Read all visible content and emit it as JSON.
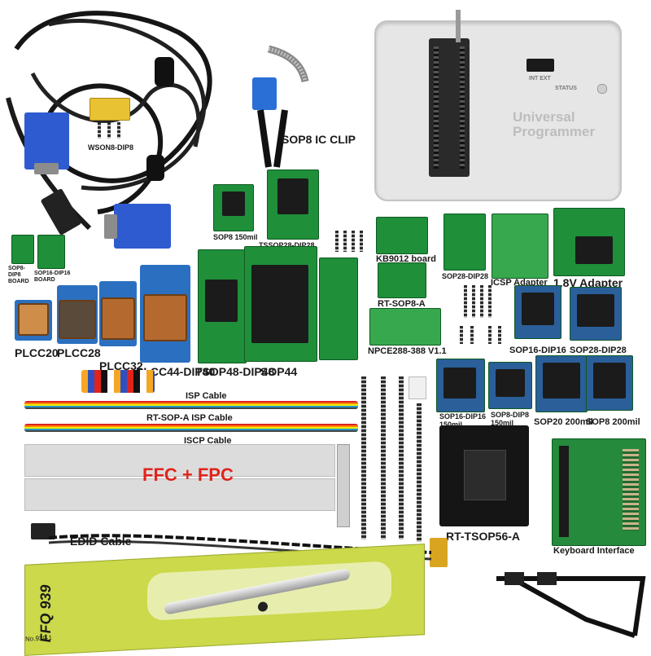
{
  "programmer": {
    "title": "Universal Programmer",
    "status": "STATUS",
    "port": "INT EXT"
  },
  "labels": {
    "sop8_clip": "SOP8 IC CLIP",
    "wson8_dip8": "WSON8-DIP8",
    "sop8_150mil": "SOP8 150mil",
    "tssop28_dip28": "TSSOP28-DIP28",
    "kb9012": "KB9012 board",
    "sop28_dip28_top": "SOP28-DIP28",
    "icsp_adapter": "ICSP Adapter",
    "adapter_18v": "1.8V Adapter",
    "sop8_dip8_board": "SOP8-DIP8 BOARD",
    "sop16_dip16_board": "SOP16-DIP16 BOARD",
    "rt_sop8_a": "RT-SOP8-A",
    "plcc20": "PLCC20",
    "plcc28": "PLCC28",
    "plcc32": "PLCC32",
    "plcc44_dip40": "PLCC44-DIP40",
    "tsop48_dip48": "TSOP48-DIP48",
    "sop44": "SOP44",
    "npce288": "NPCE288-388  V1.1",
    "sop16_dip16": "SOP16-DIP16",
    "sop28_dip28": "SOP28-DIP28",
    "isp_cable": "ISP Cable",
    "rt_sop_a_isp": "RT-SOP-A ISP Cable",
    "iscp_cable": "ISCP Cable",
    "sop16_dip16_150": "SOP16-DIP16 150mil",
    "sop8_dip8_150": "SOP8-DIP8 150mil",
    "sop20_200": "SOP20 200mil",
    "sop8_200": "SOP8 200mil",
    "ffc_fpc": "FFC + FPC",
    "edid_cable": "EDID Cable",
    "rt_tsop56_a": "RT-TSOP56-A",
    "keyboard_interface": "Keyboard Interface",
    "pen_brand": "FFQ 939",
    "pen_model": "No.939-1"
  },
  "colors": {
    "red_label": "#e0241b",
    "pcb_green": "#1f8f3a",
    "vga_blue": "#2f5bd0",
    "plcc_brown": "#b46a2e"
  }
}
